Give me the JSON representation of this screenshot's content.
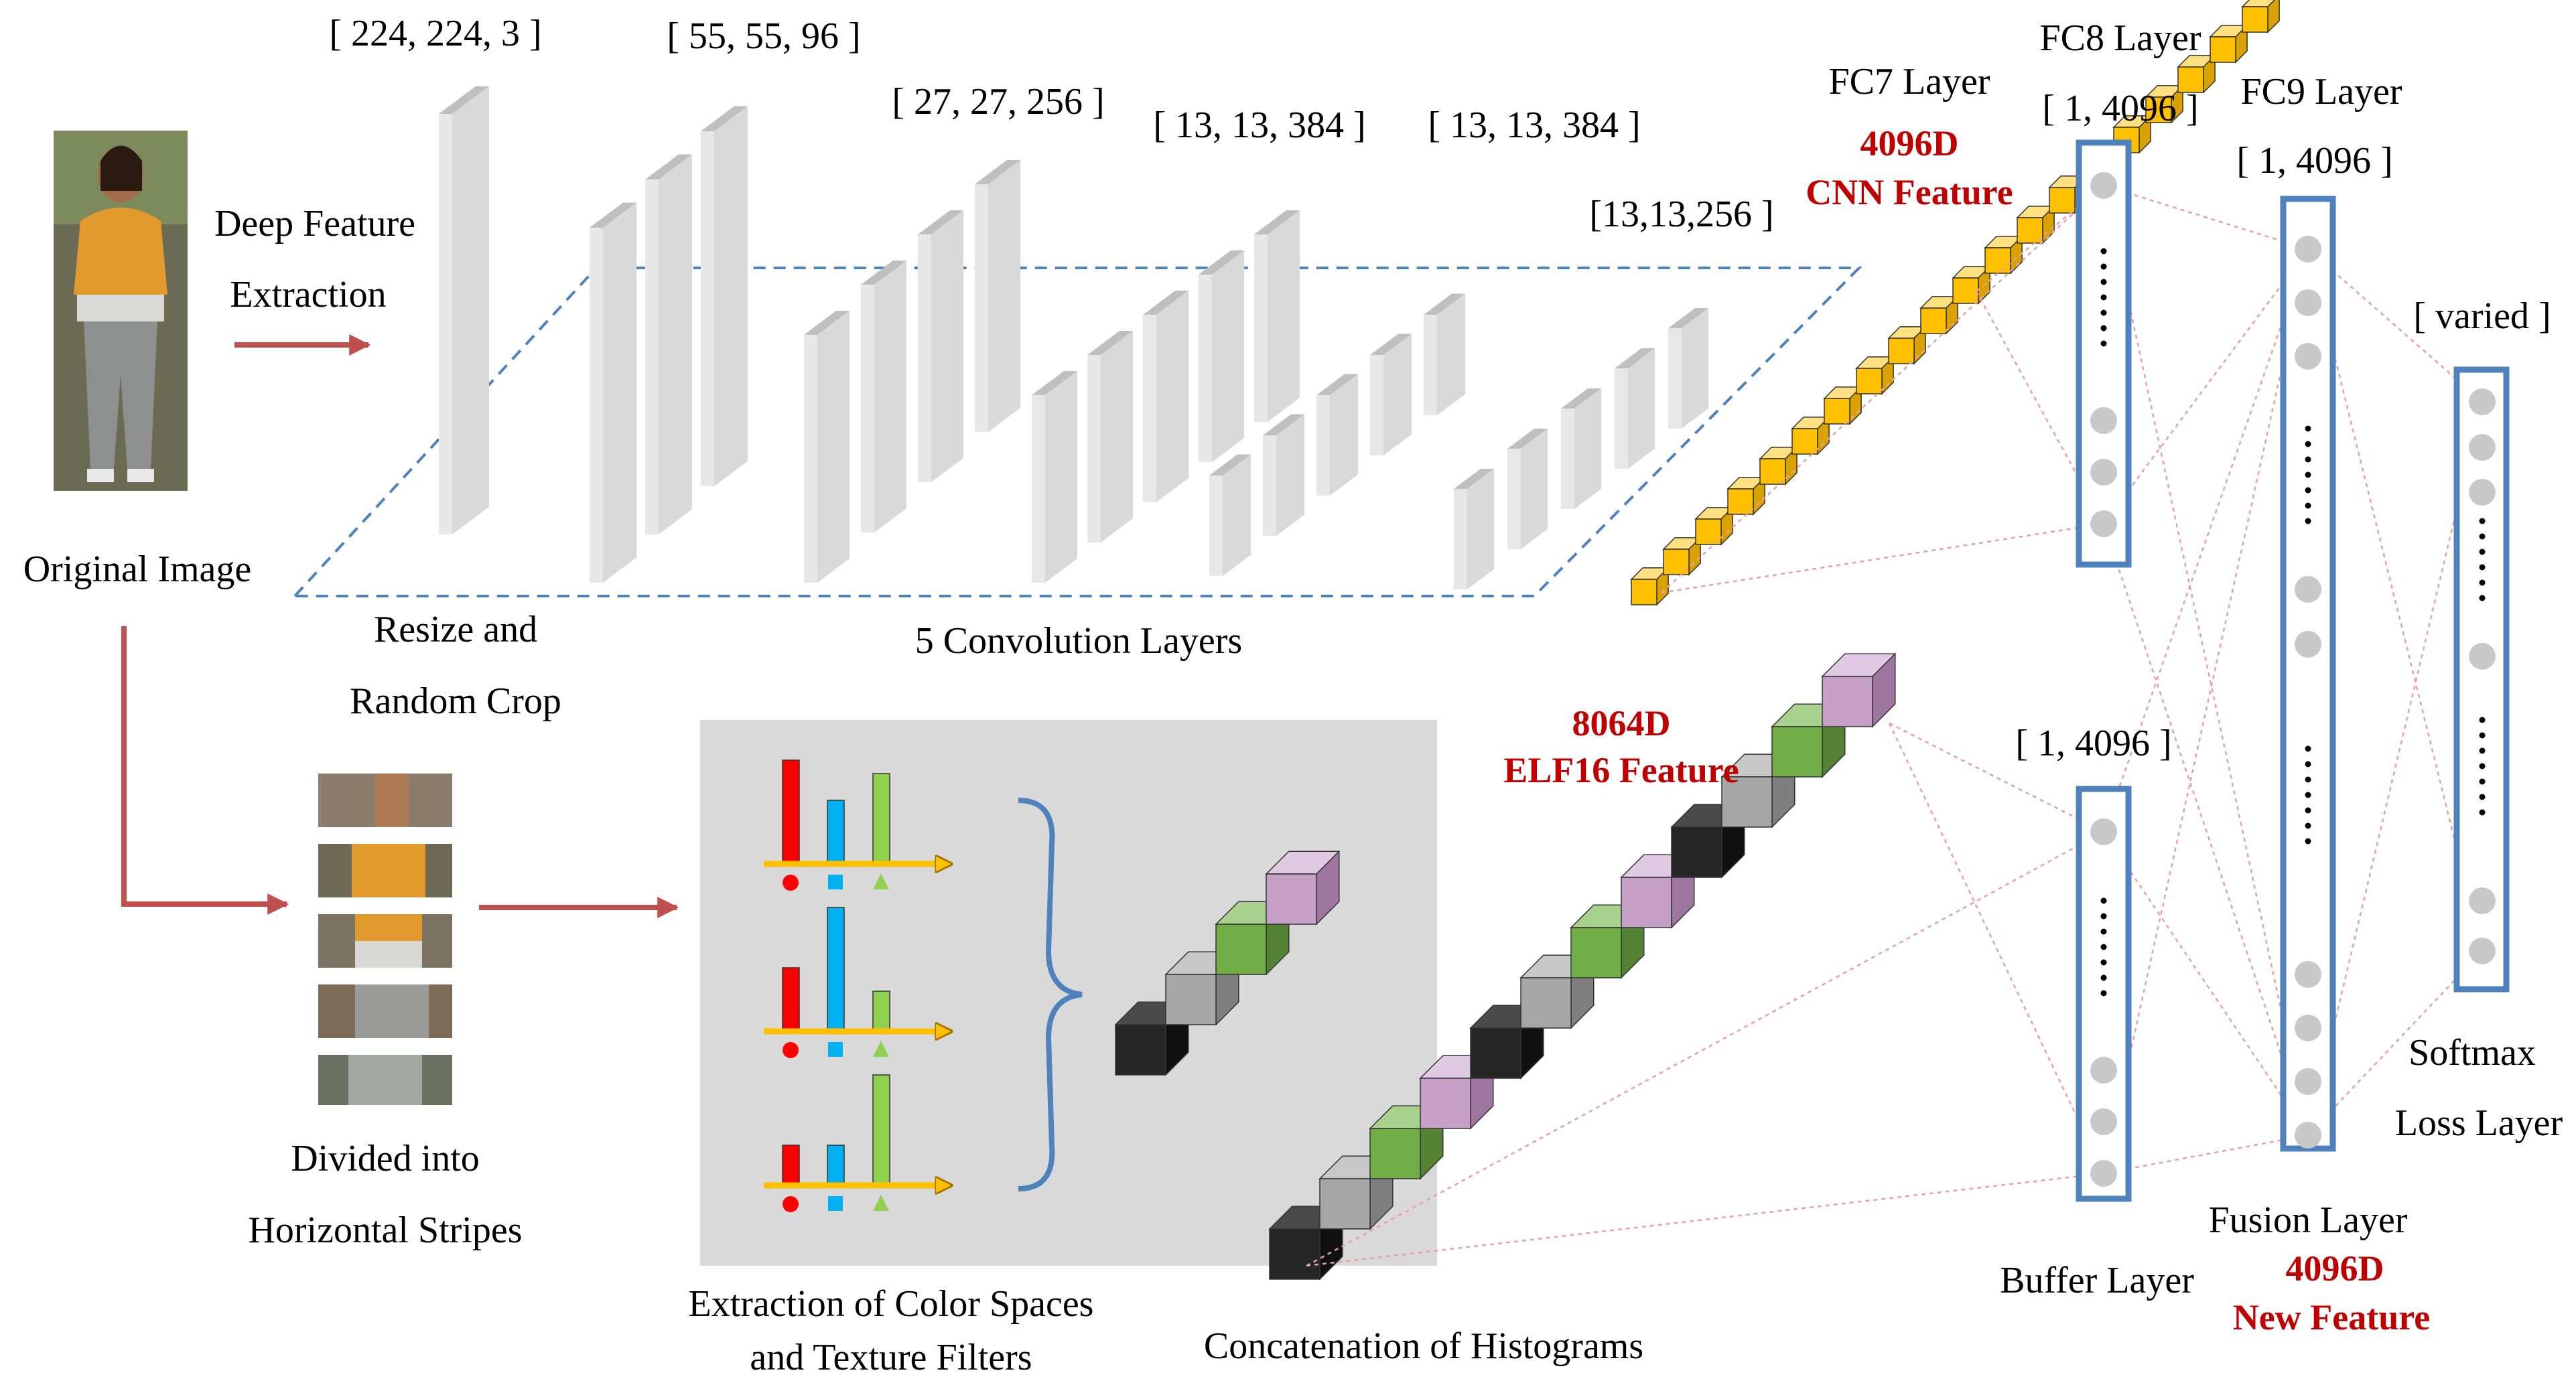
{
  "input": {
    "original_image_label": "Original Image",
    "deep_feature_line1": "Deep Feature",
    "deep_feature_line2": "Extraction",
    "resize_line1": "Resize and",
    "resize_line2": "Random Crop",
    "divided_line1": "Divided into",
    "divided_line2": "Horizontal Stripes"
  },
  "cnn": {
    "dims": [
      "[ 224, 224, 3 ]",
      "[ 55, 55, 96 ]",
      "[ 27, 27, 256 ]",
      "[ 13, 13, 384 ]",
      "[ 13, 13, 384 ]",
      "[13,13,256 ]"
    ],
    "conv_label": "5 Convolution Layers",
    "fc7_title": "FC7 Layer",
    "fc7_dim": "4096D",
    "fc7_name": "CNN Feature"
  },
  "elf": {
    "dim": "8064D",
    "name": "ELF16 Feature",
    "extraction_line1": "Extraction of Color Spaces",
    "extraction_line2": "and Texture Filters",
    "concat_label": "Concatenation of Histograms"
  },
  "fc": {
    "fc8_title": "FC8 Layer",
    "fc8_dim": "[ 1, 4096 ]",
    "buffer_dim": "[ 1, 4096 ]",
    "buffer_label": "Buffer Layer",
    "fc9_title": "FC9 Layer",
    "fc9_dim": "[ 1, 4096 ]",
    "fusion_label": "Fusion Layer",
    "fusion_dim": "4096D",
    "fusion_name": "New Feature",
    "softmax_dim": "[ varied ]",
    "softmax_line1": "Softmax",
    "softmax_line2": "Loss Layer"
  },
  "colors": {
    "arrow": "#c0504d",
    "accent_red": "#c00000",
    "layer_box": "#4f81bd",
    "neuron": "#c8c8c8",
    "cnn_cube": "#ffc000",
    "dashed": "#4f81bd",
    "connection": "#e8a0a0",
    "panel": "#d9d9d9"
  }
}
